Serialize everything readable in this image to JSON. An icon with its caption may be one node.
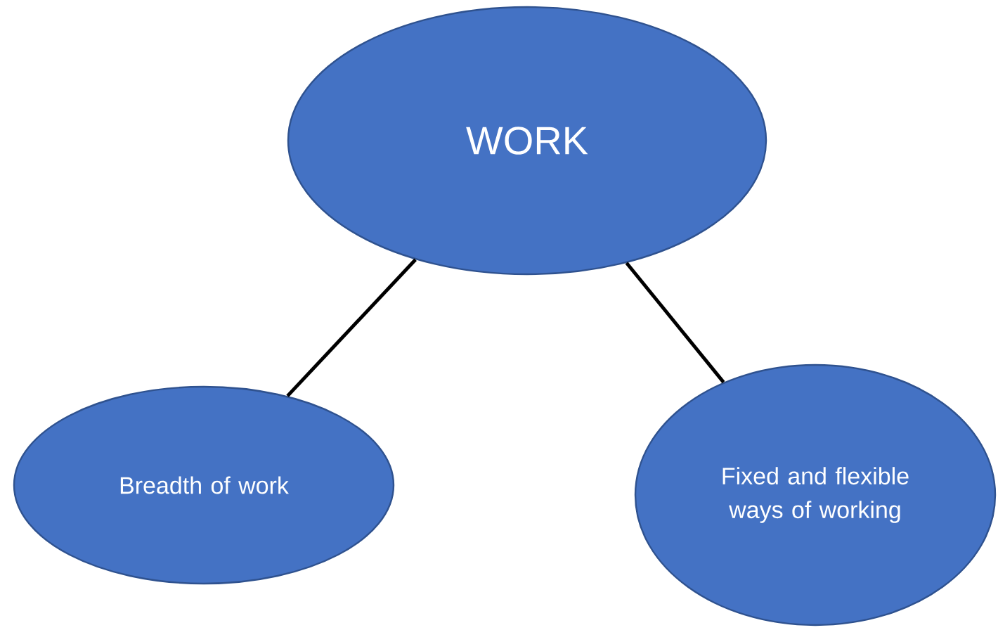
{
  "diagram": {
    "nodes": [
      {
        "text": [
          "WORK"
        ]
      },
      {
        "text": [
          "Breadth of work"
        ]
      },
      {
        "text": [
          "Fixed and flexible ways of working"
        ]
      }
    ],
    "edges": [
      {
        "from": 0,
        "to": 1,
        "arrow": "none"
      },
      {
        "from": 0,
        "to": 2,
        "arrow": "none"
      }
    ]
  }
}
